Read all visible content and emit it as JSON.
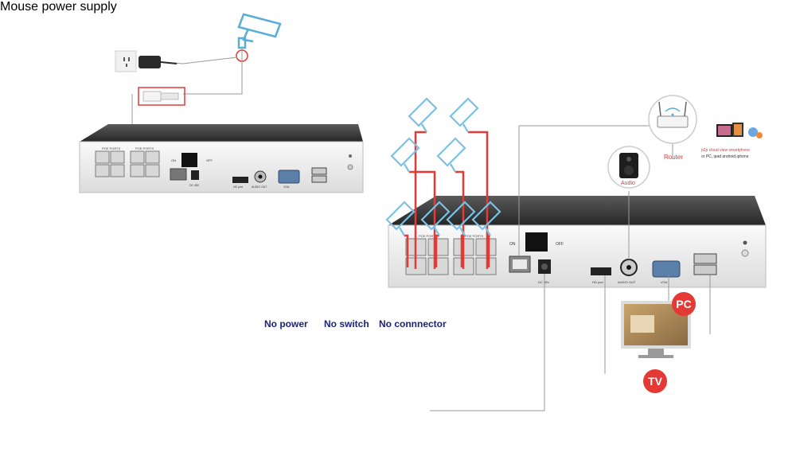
{
  "small_nvr": {
    "port_labels": [
      "POE PORTS",
      "POE PORTS"
    ],
    "power_labels": [
      "ON",
      "OFF"
    ],
    "ports": [
      "HD port",
      "AUDIO OUT",
      "VGA",
      "DC 48V"
    ]
  },
  "big_nvr": {
    "port_labels": [
      "POE PORTS",
      "POE PORTS"
    ],
    "power_labels": [
      "ON",
      "OFF"
    ],
    "ports": [
      "HD port",
      "AUDIO OUT",
      "VGA",
      "DC 48V"
    ]
  },
  "warnings": {
    "no_power": "No power",
    "no_switch": "No switch",
    "no_connector": "No connnector"
  },
  "devices": {
    "router_label": "Router",
    "router_note_line1": "p2p cloud  view smartphone",
    "router_note_line2": "or PC, ipad android,iphone",
    "audio_label": "Audio",
    "pc_badge": "PC",
    "tv_badge": "TV",
    "mouse_label": "Mouse",
    "power_supply_label": "power supply"
  },
  "colors": {
    "camera_outline": "#5aaed6",
    "poe_line": "#e53935",
    "warning_red": "#e53935",
    "label_blue": "#1a237e"
  },
  "icons": [
    "camera-icon",
    "power-adapter-icon",
    "wall-socket-icon",
    "network-switch-icon",
    "connector-icon",
    "prohibited-icon",
    "router-icon",
    "speaker-icon",
    "monitor-icon",
    "tv-icon",
    "mouse-icon",
    "smartphone-icon"
  ]
}
